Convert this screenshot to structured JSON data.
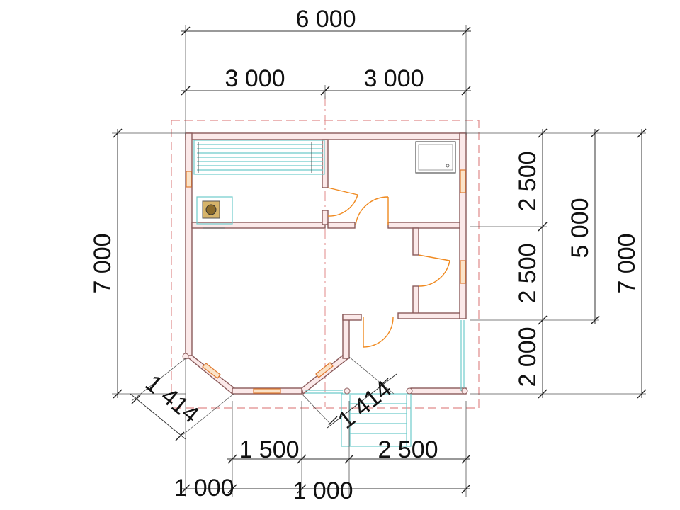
{
  "dimensions": {
    "top_total": "6 000",
    "top_left": "3 000",
    "top_right": "3 000",
    "left_total": "7 000",
    "right_room_1": "2 500",
    "right_room_2": "2 500",
    "right_porch": "2 000",
    "right_mid": "5 000",
    "right_total": "7 000",
    "diag_left": "1 414",
    "diag_right": "1 414",
    "bottom_mid": "1 500",
    "bottom_right": "2 500",
    "bottom_left": "1 000",
    "bottom_center": "1 000"
  },
  "colors": {
    "wall_fill": "#fbe9e9",
    "wall_stroke": "#8a5a5a",
    "outline": "#e08a8a",
    "door": "#f08a20",
    "glass": "#6ecbcb"
  }
}
